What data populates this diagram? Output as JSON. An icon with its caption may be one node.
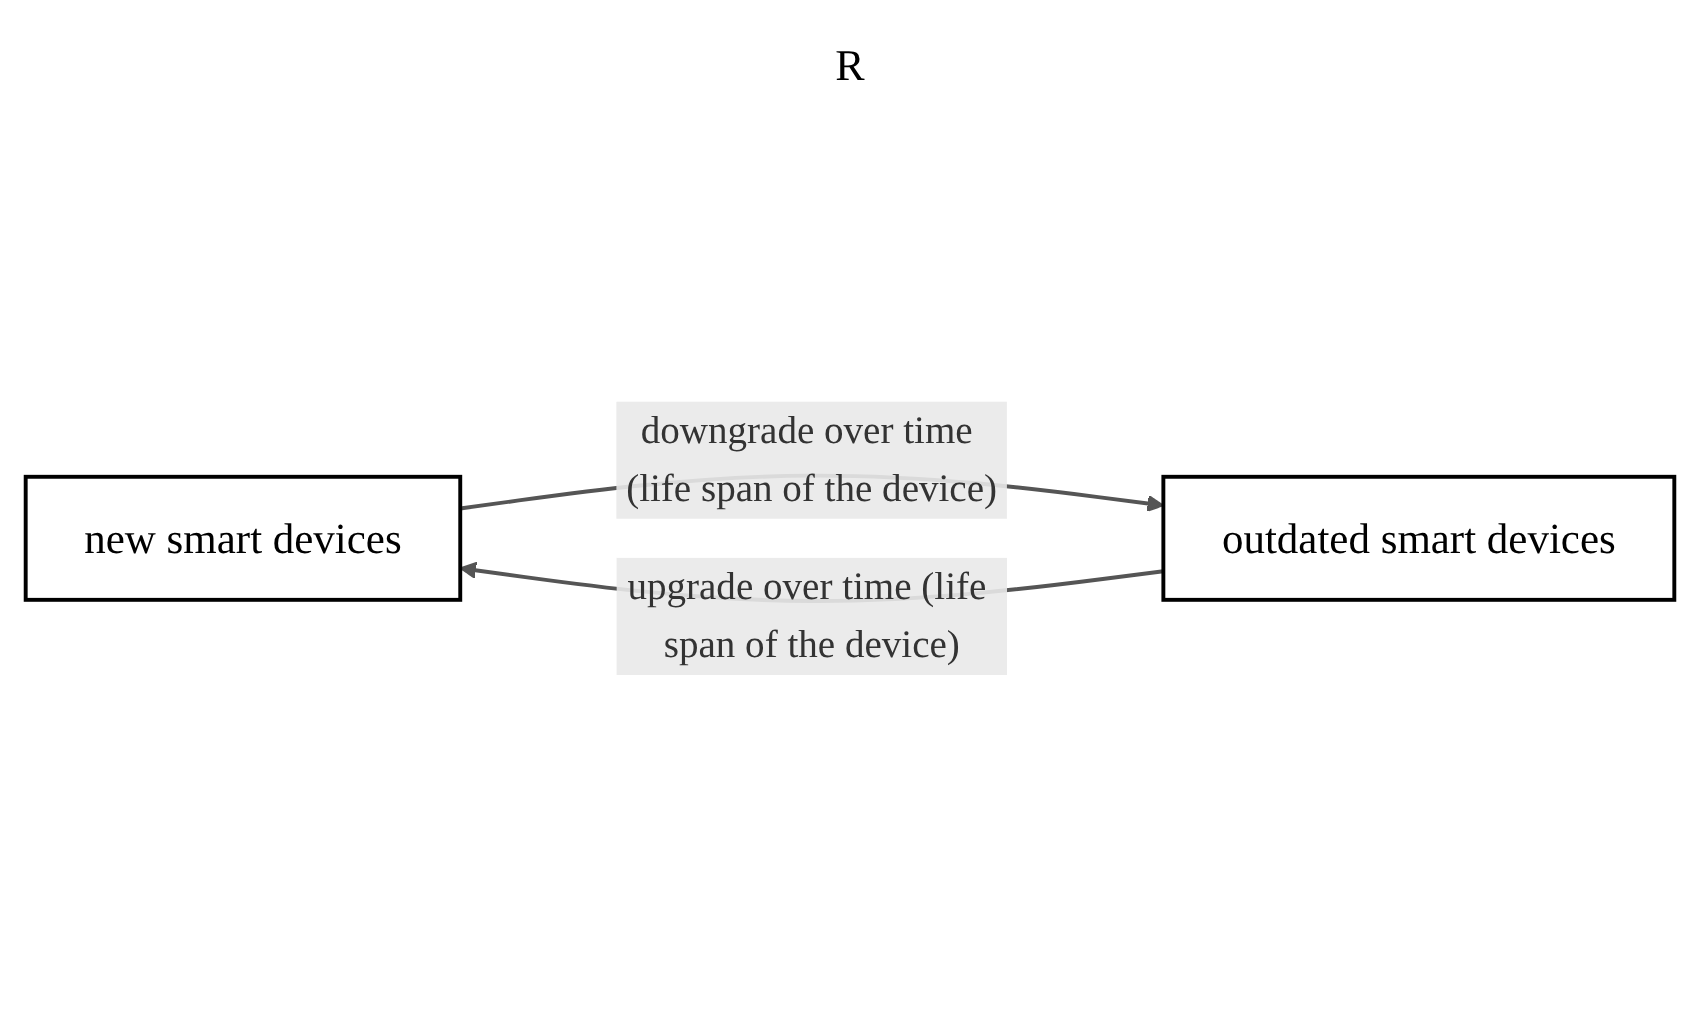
{
  "diagram": {
    "nodes": [
      {
        "text": [
          "new smart devices"
        ]
      },
      {
        "text": [
          "outdated smart devices"
        ]
      }
    ],
    "edges": [
      {
        "from": 0,
        "to": 1,
        "arrow": "to",
        "label": "downgrade over time (life span of the device)"
      },
      {
        "from": 1,
        "to": 0,
        "arrow": "to",
        "label": "upgrade over time (life span of the device)"
      }
    ],
    "labels": [
      "R"
    ]
  }
}
